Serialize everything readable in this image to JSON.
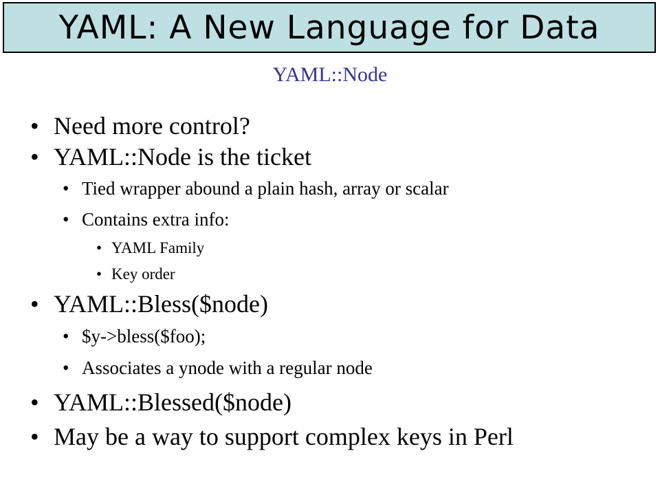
{
  "slide": {
    "title": "YAML: A New Language for Data",
    "subtitle": "YAML::Node",
    "bullet_char": "•",
    "items": [
      {
        "level": 1,
        "text": "Need more control?"
      },
      {
        "level": 1,
        "text": "YAML::Node is the ticket"
      },
      {
        "level": 2,
        "text": "Tied wrapper abound a plain hash, array or scalar"
      },
      {
        "level": 2,
        "text": "Contains extra info:"
      },
      {
        "level": 3,
        "text": "YAML Family"
      },
      {
        "level": 3,
        "text": "Key order"
      },
      {
        "level": 1,
        "text": "YAML::Bless($node)"
      },
      {
        "level": 2,
        "text": "$y->bless($foo);"
      },
      {
        "level": 2,
        "text": "Associates a ynode with a regular node"
      },
      {
        "level": 1,
        "text": "YAML::Blessed($node)"
      },
      {
        "level": 1,
        "text": "May be a way to support complex keys in Perl"
      }
    ]
  },
  "colors": {
    "title_background": "#bfe0e3",
    "subtitle_color": "#333399",
    "text_color": "#000000"
  }
}
